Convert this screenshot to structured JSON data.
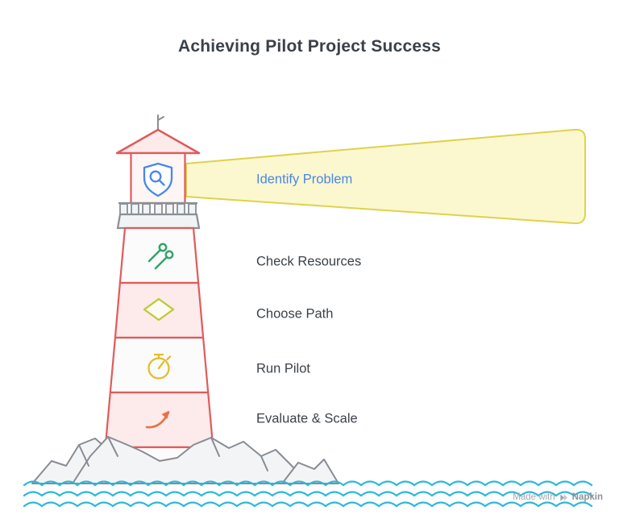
{
  "title": "Achieving Pilot Project Success",
  "steps": [
    {
      "label": "Identify Problem",
      "icon": "shield-search-icon",
      "accent": "#4a86e8"
    },
    {
      "label": "Check Resources",
      "icon": "wrenches-icon",
      "accent": "#34a46a"
    },
    {
      "label": "Choose Path",
      "icon": "diamond-icon",
      "accent": "#bdc93a"
    },
    {
      "label": "Run Pilot",
      "icon": "stopwatch-icon",
      "accent": "#e3bd2d"
    },
    {
      "label": "Evaluate & Scale",
      "icon": "curved-arrow-icon",
      "accent": "#e2734c"
    }
  ],
  "footer": {
    "prefix": "Made with",
    "brand": "Napkin"
  },
  "colors": {
    "beam_fill": "#fbf8cf",
    "beam_stroke": "#e0d14c",
    "beam_text": "#4a86e8",
    "lighthouse_stroke": "#e05b5b",
    "band_pink": "#fdeaea",
    "band_white": "#fbfbfb",
    "grey_stroke": "#898f95",
    "grey_fill": "#f1f3f4",
    "wave": "#2bb8d8",
    "title_text": "#3b4148",
    "label_text": "#3c4248",
    "footer_text": "#a4a9af"
  }
}
